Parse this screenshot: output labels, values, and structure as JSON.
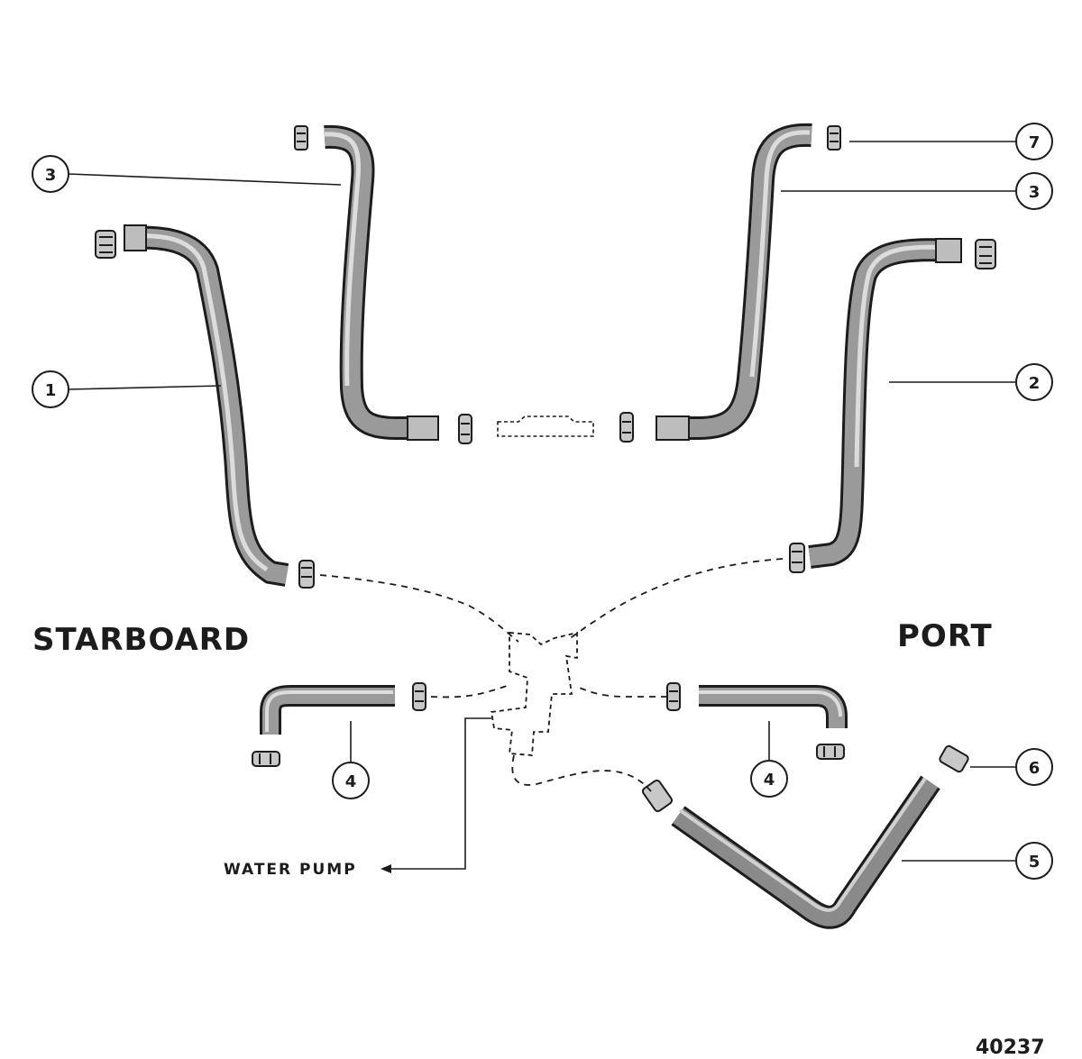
{
  "labels": {
    "starboard": "STARBOARD",
    "port": "PORT",
    "water_pump": "WATER PUMP",
    "figure_number": "40237"
  },
  "callouts": [
    {
      "id": "c1",
      "number": "1"
    },
    {
      "id": "c2",
      "number": "2"
    },
    {
      "id": "c3-left",
      "number": "3"
    },
    {
      "id": "c3-right",
      "number": "3"
    },
    {
      "id": "c4-left",
      "number": "4"
    },
    {
      "id": "c4-right",
      "number": "4"
    },
    {
      "id": "c5",
      "number": "5"
    },
    {
      "id": "c6",
      "number": "6"
    },
    {
      "id": "c7",
      "number": "7"
    }
  ],
  "colors": {
    "ink": "#1c1c1c",
    "hose_fill": "#9a9a9a",
    "hose_highlight": "#d8d8d8",
    "paper": "#ffffff"
  }
}
